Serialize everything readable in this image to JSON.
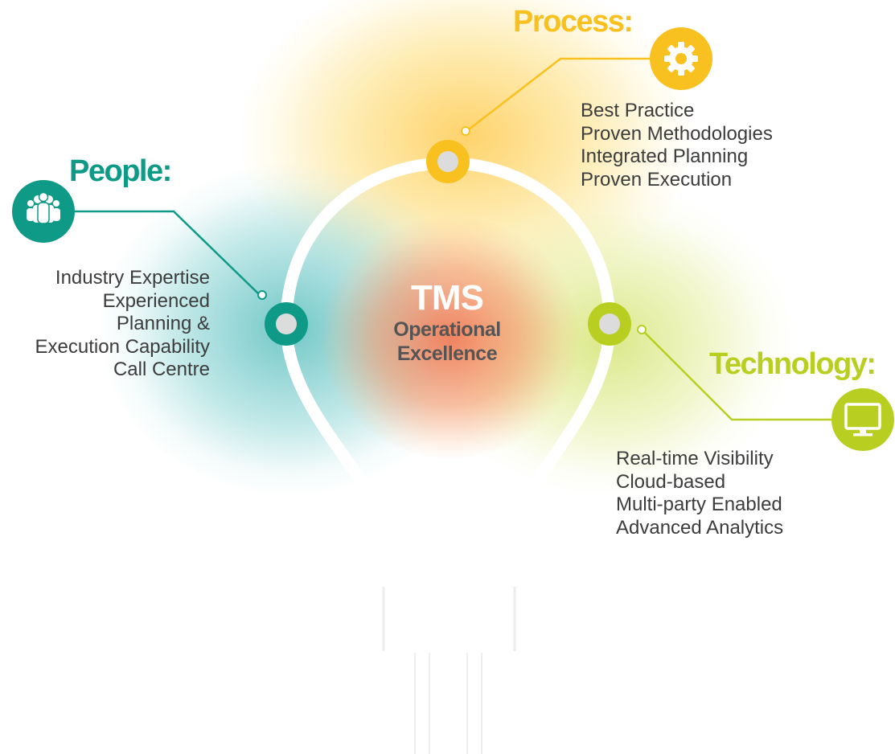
{
  "center": {
    "title": "TMS",
    "subtitle_line1": "Operational",
    "subtitle_line2": "Excellence",
    "color": "#f07a4f"
  },
  "people": {
    "heading": "People:",
    "color": "#0e9a86",
    "icon": "people-group-icon",
    "items": [
      "Industry Expertise",
      "Experienced",
      "Planning &",
      "Execution Capability",
      "Call Centre"
    ]
  },
  "process": {
    "heading": "Process:",
    "color": "#f9c11f",
    "icon": "gear-icon",
    "items": [
      "Best Practice",
      "Proven Methodologies",
      "Integrated Planning",
      "Proven Execution"
    ]
  },
  "technology": {
    "heading": "Technology:",
    "color": "#b8cf22",
    "icon": "monitor-icon",
    "items": [
      "Real-time Visibility",
      "Cloud-based",
      "Multi-party Enabled",
      "Advanced Analytics"
    ]
  }
}
